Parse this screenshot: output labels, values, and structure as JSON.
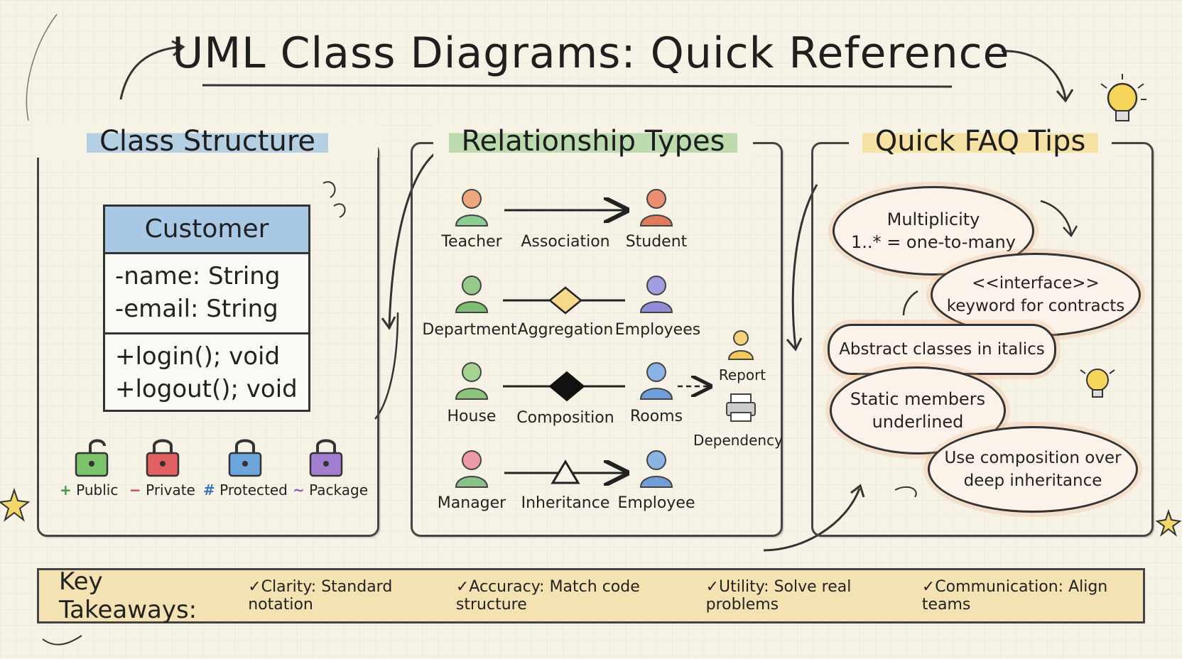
{
  "title": "UML Class Diagrams: Quick Reference",
  "class_structure": {
    "heading": "Class Structure",
    "class_name": "Customer",
    "attributes": [
      "-name: String",
      "-email: String"
    ],
    "operations": [
      "+login(); void",
      "+logout(); void"
    ],
    "visibility": [
      {
        "symbol": "+",
        "label": "Public",
        "color": "#3c9a3c"
      },
      {
        "symbol": "−",
        "label": "Private",
        "color": "#d64545"
      },
      {
        "symbol": "#",
        "label": "Protected",
        "color": "#3b76c4"
      },
      {
        "symbol": "~",
        "label": "Package",
        "color": "#8a5cc0"
      }
    ]
  },
  "relationships": {
    "heading": "Relationship Types",
    "rows": [
      {
        "left": "Teacher",
        "type": "Association",
        "right": "Student"
      },
      {
        "left": "Department",
        "type": "Aggregation",
        "right": "Employees"
      },
      {
        "left": "House",
        "type": "Composition",
        "right": "Rooms"
      },
      {
        "left": "Manager",
        "type": "Inheritance",
        "right": "Employee"
      }
    ],
    "dependency": {
      "target": "Report",
      "label": "Dependency"
    }
  },
  "faq": {
    "heading": "Quick FAQ Tips",
    "tips": [
      {
        "line1": "Multiplicity",
        "line2": "1..* = one-to-many"
      },
      {
        "line1": "<<interface>>",
        "line2": "keyword for contracts"
      },
      {
        "line1": "Abstract classes in italics",
        "line2": ""
      },
      {
        "line1": "Static members",
        "line2": "underlined"
      },
      {
        "line1": "Use composition over",
        "line2": "deep inheritance"
      }
    ]
  },
  "takeaways": {
    "label": "Key Takeaways:",
    "items": [
      "✓Clarity: Standard notation",
      "✓Accuracy: Match code structure",
      "✓Utility: Solve real problems",
      "✓Communication: Align teams"
    ]
  }
}
